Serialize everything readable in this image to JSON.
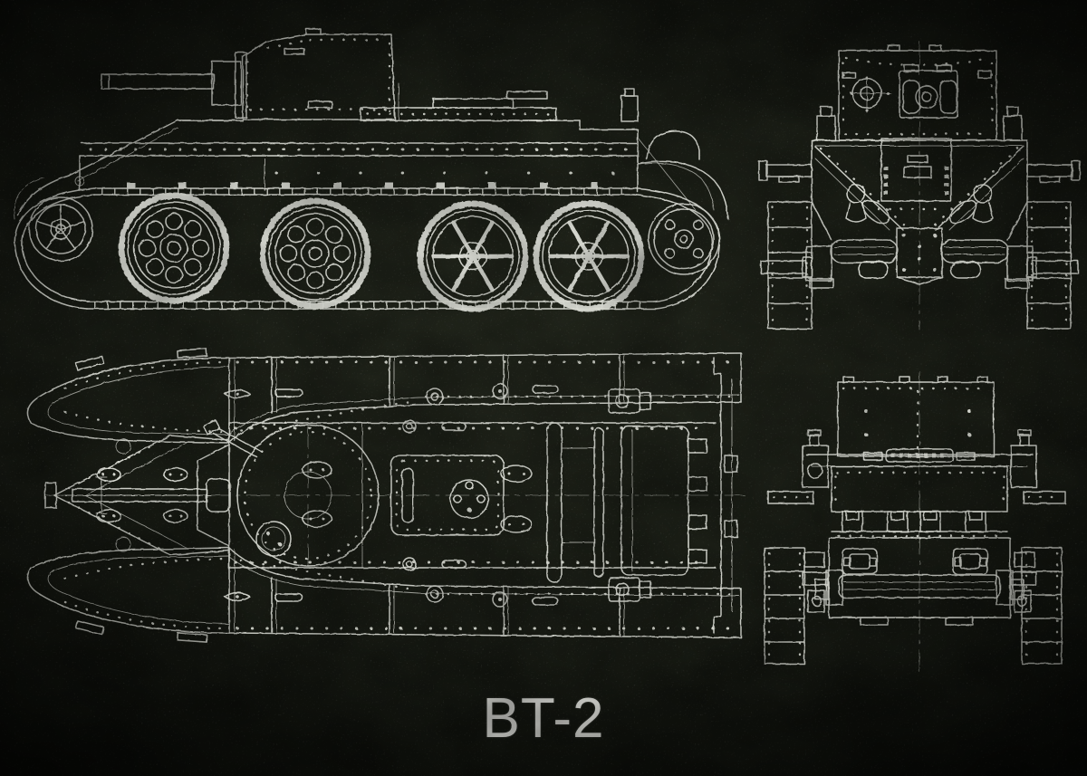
{
  "poster": {
    "title": "BT-2",
    "views": [
      {
        "id": "side",
        "name": "side-elevation-drawing",
        "position": "top-left"
      },
      {
        "id": "front",
        "name": "front-elevation-drawing",
        "position": "top-right"
      },
      {
        "id": "top",
        "name": "top-plan-drawing",
        "position": "bottom-left"
      },
      {
        "id": "rear",
        "name": "rear-elevation-drawing",
        "position": "bottom-right"
      }
    ],
    "colors": {
      "background": "#171a13",
      "background_center": "#22261c",
      "background_edge": "#0a0c08",
      "line": "#e8eae1",
      "title_text": "#f1f2ec"
    }
  }
}
